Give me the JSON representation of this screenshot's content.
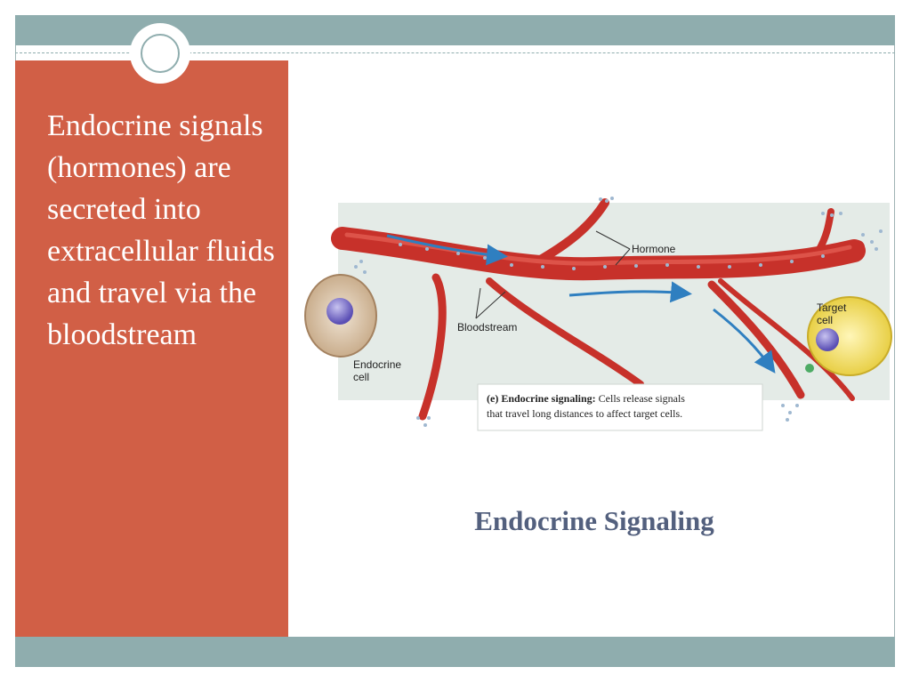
{
  "slide": {
    "body_text": "Endocrine signals (hormones) are secreted into extracellular fluids and travel via the bloodstream",
    "caption": "Endocrine Signaling"
  },
  "figure": {
    "labels": {
      "hormone": "Hormone",
      "bloodstream": "Bloodstream",
      "endocrine_cell_line1": "Endocrine",
      "endocrine_cell_line2": "cell",
      "target_cell_line1": "Target",
      "target_cell_line2": "cell"
    },
    "figure_caption": {
      "title": "(e) Endocrine signaling:",
      "line1_rest": " Cells release signals",
      "line2": "that travel long distances to affect target cells."
    }
  },
  "colors": {
    "accent_band": "#8fadae",
    "left_panel": "#d15f46",
    "caption_text": "#53607e",
    "vessel": "#c7312a",
    "arrow": "#2f7fc0"
  }
}
